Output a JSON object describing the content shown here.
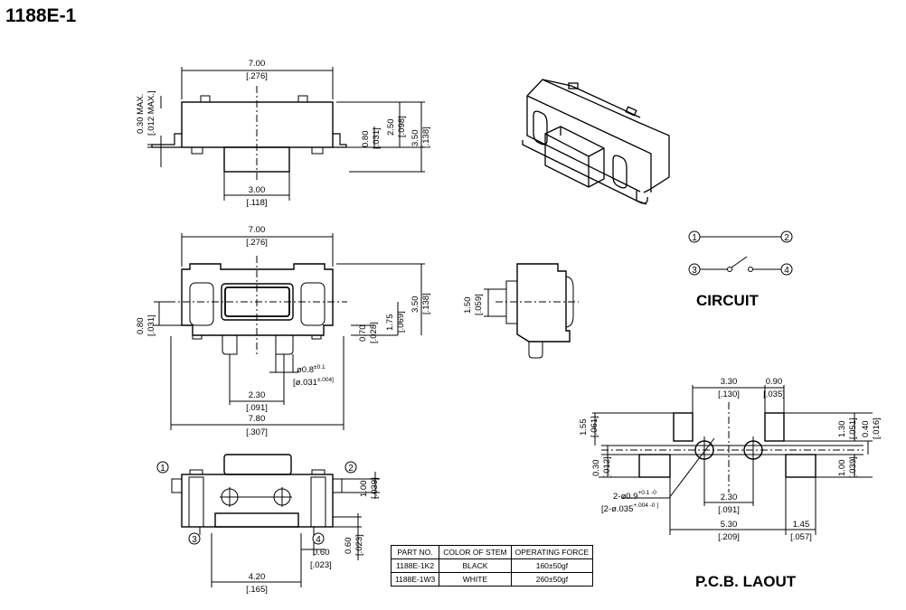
{
  "title": "1188E-1",
  "labels": {
    "circuit": "CIRCUIT",
    "pcb": "P.C.B. LAOUT"
  },
  "dimensions": {
    "front_width": "7.00",
    "front_width_in": "[.276]",
    "front_maxh": "0.30 MAX.",
    "front_maxh_in": "[.012 MAX.]",
    "front_h1": "0.80",
    "front_h1_in": "[.031]",
    "front_h2": "2.50",
    "front_h2_in": "[.098]",
    "front_h3": "3.50",
    "front_h3_in": "[.138]",
    "front_stem": "3.00",
    "front_stem_in": "[.118]",
    "top_width": "7.00",
    "top_width_in": "[.276]",
    "top_h_left": "0.80",
    "top_h_left_in": "[.031]",
    "top_a": "0.70",
    "top_a_in": "[.028]",
    "top_b": "1.75",
    "top_b_in": "[.069]",
    "top_c": "3.50",
    "top_c_in": "[.138]",
    "top_dia": "ø0.8",
    "top_dia_tol": "±0.1",
    "top_dia_in": "[ø.031",
    "top_dia_in_tol": "±.004]",
    "top_pitch": "2.30",
    "top_pitch_in": "[.091]",
    "top_overall": "7.80",
    "top_overall_in": "[.307]",
    "side_h": "1.50",
    "side_h_in": "[.059]",
    "bottom_a": "1.00",
    "bottom_a_in": "[.039]",
    "bottom_b": "0.60",
    "bottom_b_in": "[.023]",
    "bottom_c": "0.60",
    "bottom_c_in": "[.023]",
    "bottom_w": "4.20",
    "bottom_w_in": "[.165]",
    "pcb_a": "3.30",
    "pcb_a_in": "[.130]",
    "pcb_b": "0.90",
    "pcb_b_in": "[.035]",
    "pcb_c": "1.55",
    "pcb_c_in": "[.061]",
    "pcb_d": "1.30",
    "pcb_d_in": "[.051]",
    "pcb_e": "0.40",
    "pcb_e_in": "[.016]",
    "pcb_f": "0.30",
    "pcb_f_in": "[.012]",
    "pcb_g": "1.00",
    "pcb_g_in": "[.039]",
    "pcb_hole": "2-ø0.9",
    "pcb_hole_tol": "+0.1 -0",
    "pcb_hole_in": "[2-ø.035",
    "pcb_hole_in_tol": "+.004 -0 ]",
    "pcb_pitch": "2.30",
    "pcb_pitch_in": "[.091]",
    "pcb_span": "5.30",
    "pcb_span_in": "[.209]",
    "pcb_pad": "1.45",
    "pcb_pad_in": "[.057]"
  },
  "pins": [
    "1",
    "2",
    "3",
    "4"
  ],
  "parts_table": {
    "headers": [
      "PART NO.",
      "COLOR OF STEM",
      "OPERATING FORCE"
    ],
    "rows": [
      [
        "1188E-1K2",
        "BLACK",
        "160±50gf"
      ],
      [
        "1188E-1W3",
        "WHITE",
        "260±50gf"
      ]
    ]
  }
}
